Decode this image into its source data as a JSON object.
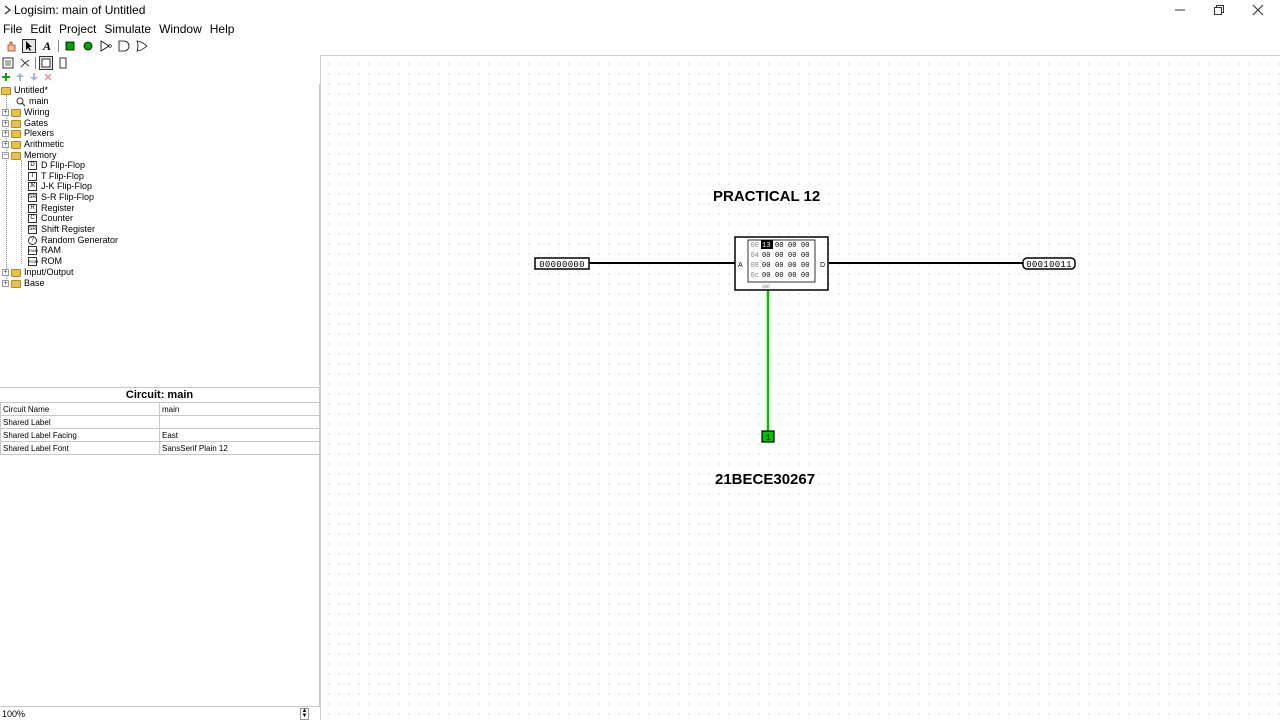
{
  "window": {
    "title": "Logisim: main of Untitled"
  },
  "menu": [
    "File",
    "Edit",
    "Project",
    "Simulate",
    "Window",
    "Help"
  ],
  "toolbar": {
    "tools": [
      "poke-tool-icon",
      "select-tool-icon",
      "text-tool-icon",
      "input-pin-icon",
      "output-pin-icon",
      "not-gate-icon",
      "and-gate-icon",
      "or-gate-icon"
    ],
    "text_tool_label": "A"
  },
  "explorer": {
    "project": "Untitled*",
    "circuit": "main",
    "libraries": [
      "Wiring",
      "Gates",
      "Plexers",
      "Arithmetic",
      "Memory"
    ],
    "memory_items": [
      "D Flip-Flop",
      "T Flip-Flop",
      "J-K Flip-Flop",
      "S-R Flip-Flop",
      "Register",
      "Counter",
      "Shift Register",
      "Random Generator",
      "RAM",
      "ROM"
    ],
    "memory_icons": [
      "D",
      "T",
      "JK",
      "SR",
      "R",
      "C",
      "SR",
      "?",
      "RAM",
      "ROM"
    ],
    "trailing": [
      "Input/Output",
      "Base"
    ]
  },
  "attributes": {
    "title": "Circuit: main",
    "rows": [
      {
        "key": "Circuit Name",
        "value": "main"
      },
      {
        "key": "Shared Label",
        "value": ""
      },
      {
        "key": "Shared Label Facing",
        "value": "East"
      },
      {
        "key": "Shared Label Font",
        "value": "SansSerif Plain 12"
      }
    ]
  },
  "zoom": {
    "value": "100%"
  },
  "canvas": {
    "title_label": "PRACTICAL 12",
    "id_label": "21BECE30267",
    "address_pin": "00000000",
    "data_pin": "00010011",
    "select_pin": "1",
    "rom_rows": [
      {
        "addr": "00",
        "cells": [
          "13",
          "00",
          "00",
          "00"
        ]
      },
      {
        "addr": "04",
        "cells": [
          "00",
          "00",
          "00",
          "00"
        ]
      },
      {
        "addr": "08",
        "cells": [
          "00",
          "00",
          "00",
          "00"
        ]
      },
      {
        "addr": "0c",
        "cells": [
          "00",
          "00",
          "00",
          "00"
        ]
      }
    ],
    "rom_port_a": "A",
    "rom_port_d": "D",
    "rom_port_sel": "sel",
    "colors": {
      "wire": "#000000",
      "active_wire": "#00c000",
      "highlight": "#000000"
    }
  }
}
